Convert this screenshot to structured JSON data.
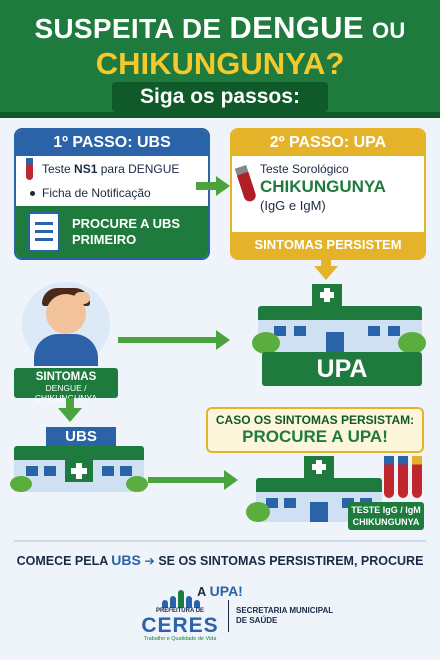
{
  "header": {
    "line1_a": "SUSPEITA DE",
    "line1_b": "DENGUE",
    "line1_c": "OU",
    "line2": "CHIKUNGUNYA?",
    "siga": "Siga os passos:"
  },
  "step1": {
    "title": "1º PASSO: UBS",
    "test_prefix": "Teste",
    "test_bold": "NS1",
    "test_suffix": "para DENGUE",
    "ficha": "Ficha de Notificação",
    "cta_line1": "PROCURE A UBS",
    "cta_line2": "PRIMEIRO"
  },
  "step2": {
    "title": "2º PASSO: UPA",
    "test": "Teste Sorológico",
    "disease": "CHIKUNGUNYA",
    "igg": "(IgG e IgM)",
    "persist": "SINTOMAS PERSISTEM"
  },
  "symptoms": {
    "title": "SINTOMAS",
    "subtitle": "DENGUE / CHIKUNGUNYA"
  },
  "upa": {
    "label": "UPA"
  },
  "ubs": {
    "label": "UBS"
  },
  "caso": {
    "line1": "CASO OS SINTOMAS PERSISTAM:",
    "line2": "PROCURE A UPA!"
  },
  "teste_badge": {
    "line1": "TESTE IgG / IgM",
    "line2": "CHIKUNGUNYA"
  },
  "bottom": {
    "part1": "COMECE PELA",
    "ubs": "UBS",
    "arrow": "➔",
    "part2": "SE OS SINTOMAS PERSISTIREM, PROCURE A",
    "upa": "UPA!"
  },
  "logo": {
    "prefeitura": "PREFEITURA DE",
    "name": "CERES",
    "tagline": "Trabalho e Qualidade de Vida",
    "secretaria_line1": "SECRETARIA MUNICIPAL",
    "secretaria_line2": "DE SAÚDE"
  },
  "colors": {
    "green": "#1f7a3d",
    "dark_green": "#0f5a28",
    "yellow": "#e5b32a",
    "blue": "#2a63a8",
    "red": "#c0262d"
  }
}
